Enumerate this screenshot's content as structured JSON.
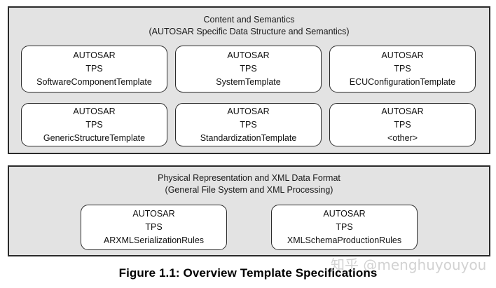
{
  "figure": {
    "caption": "Figure 1.1: Overview Template Specifications",
    "watermark": "知乎 @menghuyouyou",
    "colors": {
      "page_background": "#ffffff",
      "layer_fill": "#e3e3e3",
      "layer_border": "#2b2b2b",
      "box_fill": "#ffffff",
      "box_border": "#2b2b2b",
      "text": "#111111",
      "watermark": "#d2d2d2"
    }
  },
  "layers": [
    {
      "id": "content-and-semantics",
      "title": "Content and Semantics",
      "subtitle": "(AUTOSAR Specific Data Structure and Semantics)",
      "boxes": [
        {
          "line1": "AUTOSAR",
          "line2": "TPS",
          "line3": "SoftwareComponentTemplate"
        },
        {
          "line1": "AUTOSAR",
          "line2": "TPS",
          "line3": "SystemTemplate"
        },
        {
          "line1": "AUTOSAR",
          "line2": "TPS",
          "line3": "ECUConfigurationTemplate"
        },
        {
          "line1": "AUTOSAR",
          "line2": "TPS",
          "line3": "GenericStructureTemplate"
        },
        {
          "line1": "AUTOSAR",
          "line2": "TPS",
          "line3": "StandardizationTemplate"
        },
        {
          "line1": "AUTOSAR",
          "line2": "TPS",
          "line3": "<other>"
        }
      ]
    },
    {
      "id": "physical-representation",
      "title": "Physical Representation and XML Data Format",
      "subtitle": "(General File System and XML Processing)",
      "boxes": [
        {
          "line1": "AUTOSAR",
          "line2": "TPS",
          "line3": "ARXMLSerializationRules"
        },
        {
          "line1": "AUTOSAR",
          "line2": "TPS",
          "line3": "XMLSchemaProductionRules"
        }
      ]
    }
  ]
}
